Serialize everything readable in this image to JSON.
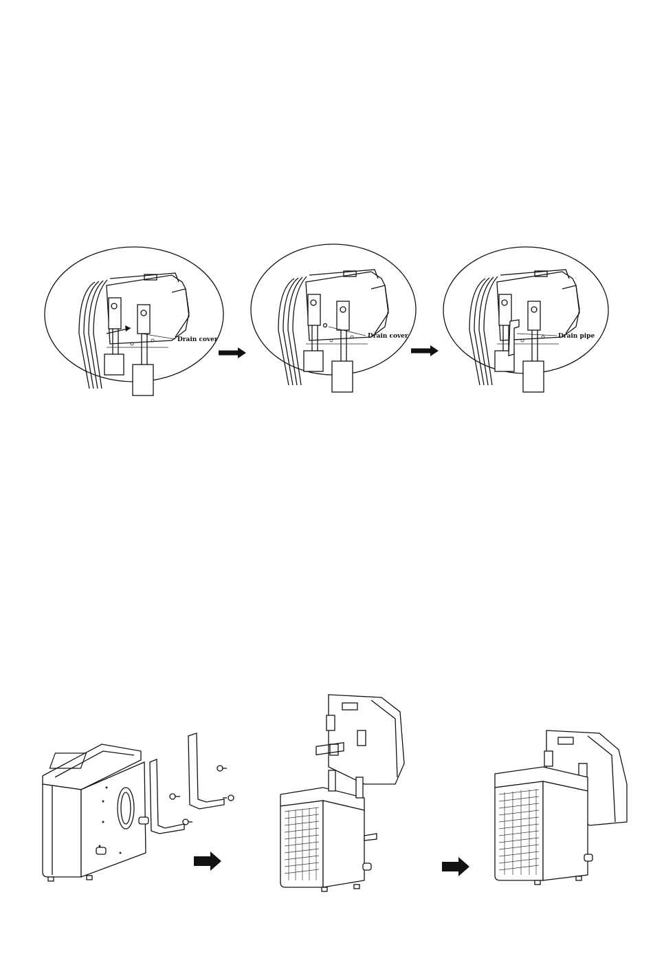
{
  "drain_steps": {
    "step1": {
      "label": "Drain cover"
    },
    "step2": {
      "label": "Drain cover"
    },
    "step3": {
      "label": "Drain pipe"
    }
  },
  "arrows": {
    "top": [
      "right-arrow",
      "right-arrow"
    ],
    "bottom": [
      "right-arrow",
      "right-arrow"
    ]
  }
}
